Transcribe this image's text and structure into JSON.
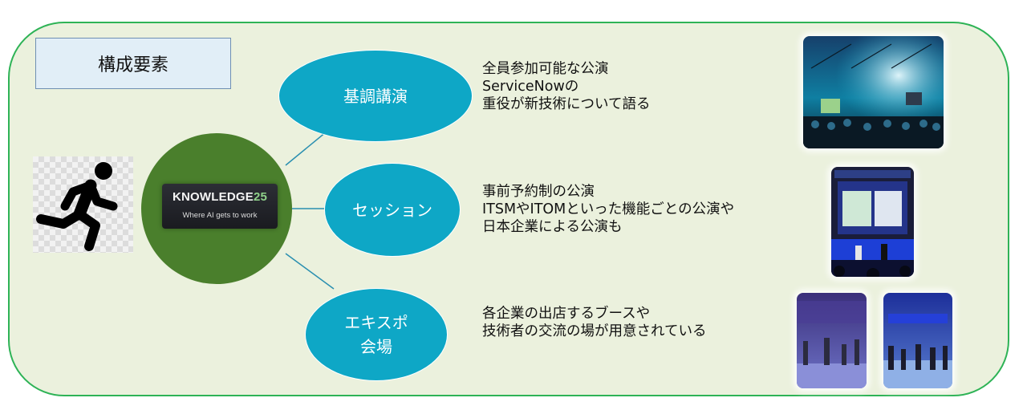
{
  "title": "構成要素",
  "hub": {
    "logo_name": "KNOWLEDGE",
    "logo_number": "25",
    "logo_tagline": "Where AI gets to work"
  },
  "nodes": [
    {
      "label_lines": [
        "基調講演"
      ],
      "description_lines": [
        "全員参加可能な公演",
        "ServiceNowの",
        "重役が新技術について語る"
      ]
    },
    {
      "label_lines": [
        "セッション"
      ],
      "description_lines": [
        "事前予約制の公演",
        "ITSMやITOMといった機能ごとの公演や",
        "日本企業による公演も"
      ]
    },
    {
      "label_lines": [
        "エキスポ",
        "会場"
      ],
      "description_lines": [
        "各企業の出店するブースや",
        "技術者の交流の場が用意されている"
      ]
    }
  ],
  "colors": {
    "frame_border": "#2eb356",
    "frame_fill": "#ebf1dd",
    "node_fill": "#0ea7c6",
    "hub_fill": "#4a7f2c",
    "title_fill": "#e1eef7"
  },
  "icons": [
    "running-person-icon"
  ]
}
